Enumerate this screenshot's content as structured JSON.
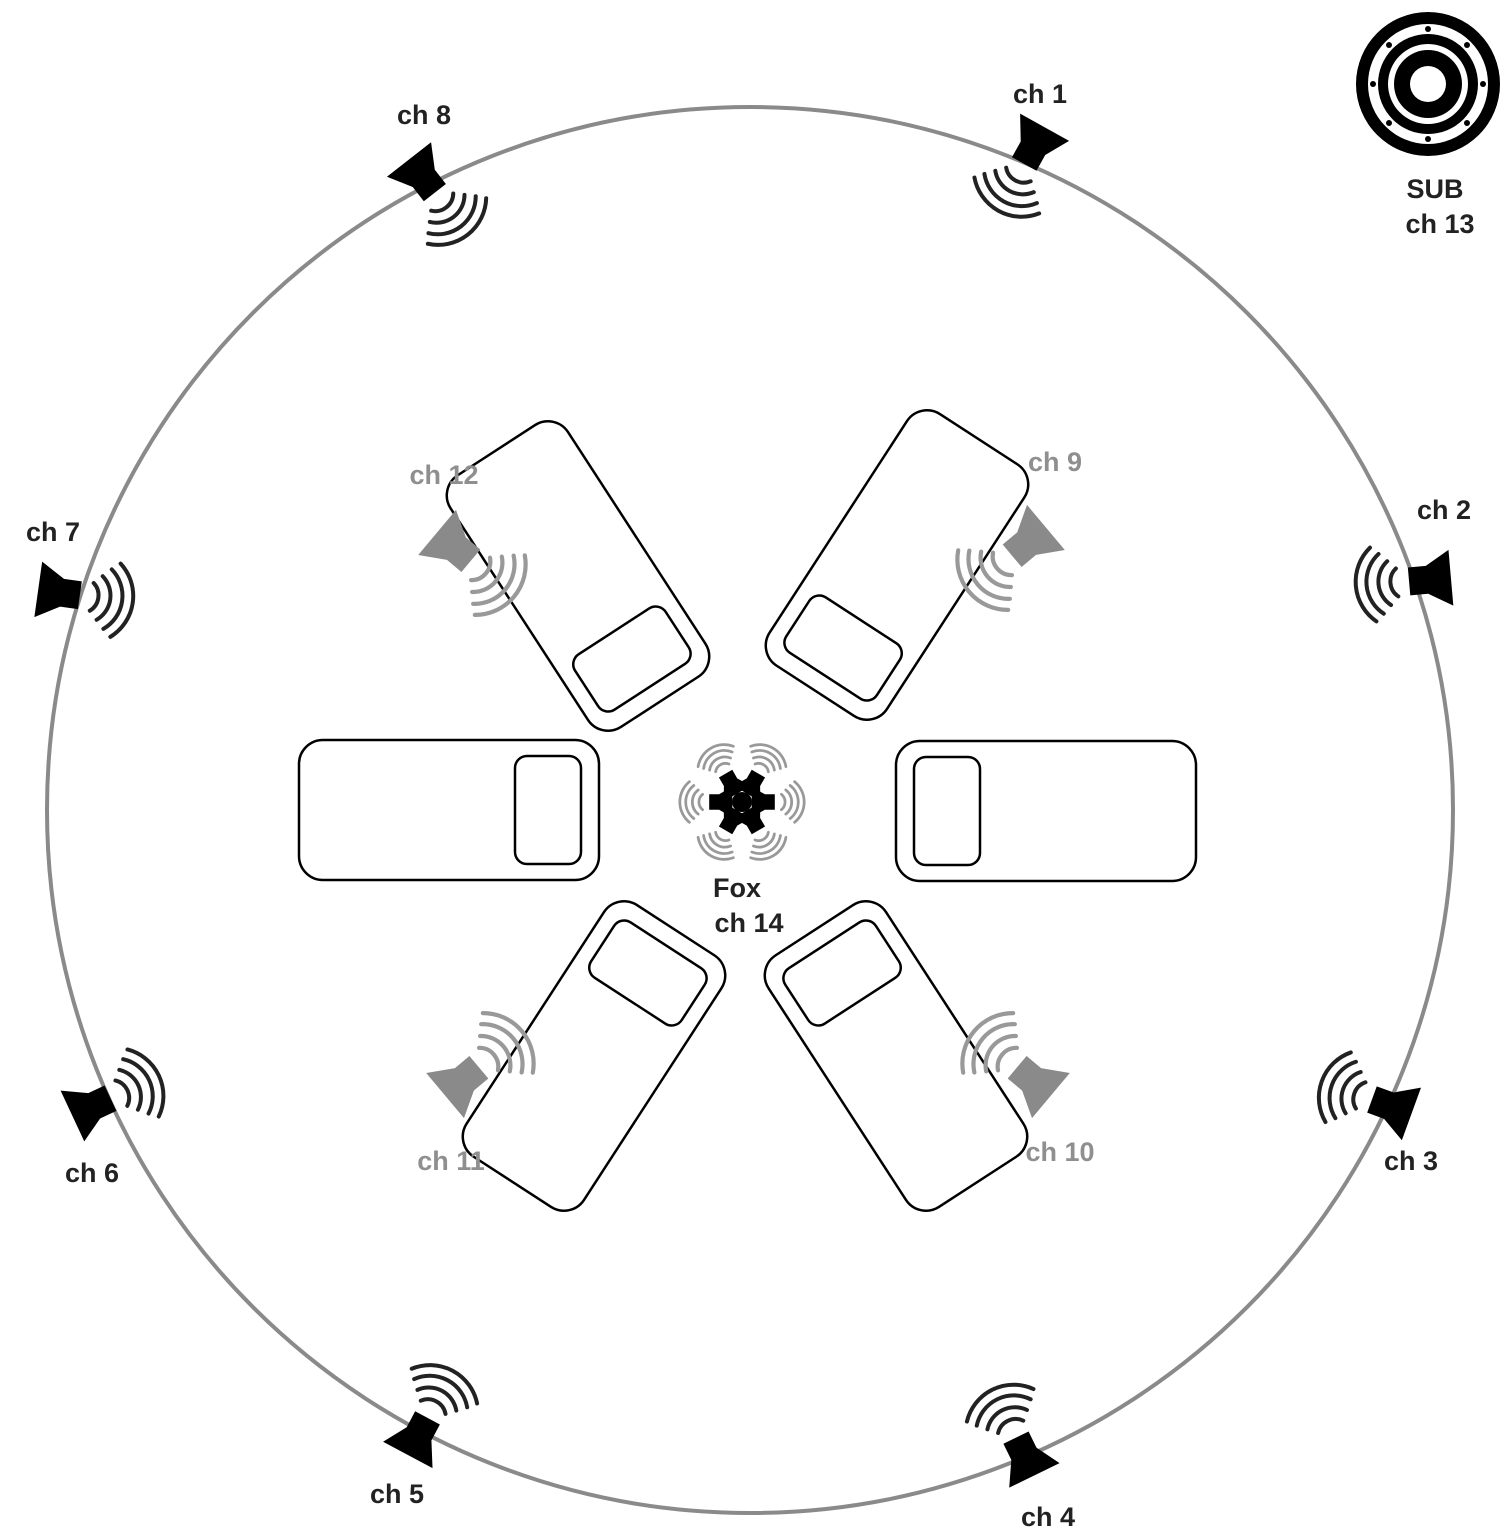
{
  "colors": {
    "outer_speaker": "#000000",
    "inner_speaker": "#8a8a8a",
    "ring": "#8a8a8a",
    "outer_label": "#222222",
    "inner_label": "#8f8f8f",
    "car_outline": "#000000",
    "background": "#ffffff"
  },
  "outer_speakers": [
    {
      "id": "ch1",
      "label": "ch 1",
      "icon": "speaker-icon"
    },
    {
      "id": "ch2",
      "label": "ch 2",
      "icon": "speaker-icon"
    },
    {
      "id": "ch3",
      "label": "ch 3",
      "icon": "speaker-icon"
    },
    {
      "id": "ch4",
      "label": "ch 4",
      "icon": "speaker-icon"
    },
    {
      "id": "ch5",
      "label": "ch 5",
      "icon": "speaker-icon"
    },
    {
      "id": "ch6",
      "label": "ch 6",
      "icon": "speaker-icon"
    },
    {
      "id": "ch7",
      "label": "ch 7",
      "icon": "speaker-icon"
    },
    {
      "id": "ch8",
      "label": "ch 8",
      "icon": "speaker-icon"
    }
  ],
  "inner_speakers": [
    {
      "id": "ch9",
      "label": "ch 9",
      "icon": "speaker-icon"
    },
    {
      "id": "ch10",
      "label": "ch 10",
      "icon": "speaker-icon"
    },
    {
      "id": "ch11",
      "label": "ch 11",
      "icon": "speaker-icon"
    },
    {
      "id": "ch12",
      "label": "ch 12",
      "icon": "speaker-icon"
    }
  ],
  "subwoofer": {
    "line1": "SUB",
    "line2": "ch 13",
    "icon": "subwoofer-icon"
  },
  "fox": {
    "line1": "Fox",
    "line2": "ch 14",
    "icon": "omni-speaker-icon"
  },
  "cars": [
    {
      "id": "car-upper-left",
      "icon": "car-icon"
    },
    {
      "id": "car-upper-right",
      "icon": "car-icon"
    },
    {
      "id": "car-left",
      "icon": "car-icon"
    },
    {
      "id": "car-right",
      "icon": "car-icon"
    },
    {
      "id": "car-lower-left",
      "icon": "car-icon"
    },
    {
      "id": "car-lower-right",
      "icon": "car-icon"
    }
  ]
}
